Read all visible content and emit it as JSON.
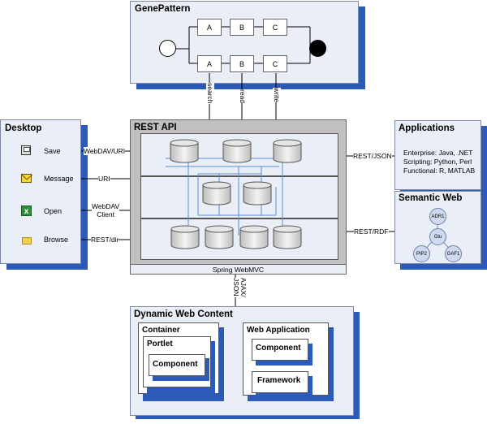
{
  "genepattern": {
    "title": "GenePattern",
    "top_row": [
      "A",
      "B",
      "C"
    ],
    "bottom_row": [
      "A",
      "B",
      "C"
    ],
    "connectors": [
      "search",
      "read",
      "write"
    ]
  },
  "desktop": {
    "title": "Desktop",
    "items": [
      {
        "label": "Save",
        "icon": "save-icon",
        "link": "WebDAV/URI"
      },
      {
        "label": "Message",
        "icon": "message-icon",
        "link": "URI"
      },
      {
        "label": "Open",
        "icon": "excel-icon",
        "link_line1": "WebDAV",
        "link_line2": "Client"
      },
      {
        "label": "Browse",
        "icon": "folder-icon",
        "link": "REST/dir"
      }
    ]
  },
  "rest_api": {
    "title": "REST API",
    "footer": "Spring WebMVC",
    "ajax_label_line1": "AJAX/",
    "ajax_label_line2": "JSON"
  },
  "applications": {
    "title": "Applications",
    "link": "REST/JSON",
    "lines": [
      "Enterprise: Java, .NET",
      "Scripting: Python, Perl",
      "Functional: R, MATLAB"
    ]
  },
  "semantic_web": {
    "title": "Semantic Web",
    "link": "REST/RDF",
    "nodes": [
      "ADR1",
      "Glu",
      "PIP2",
      "GAF1"
    ]
  },
  "dynamic_web": {
    "title": "Dynamic Web Content",
    "container": "Container",
    "portlet": "Portlet",
    "component_left": "Component",
    "web_application": "Web Application",
    "component_right": "Component",
    "framework": "Framework"
  },
  "colors": {
    "shadow": "#2c5ab8",
    "panel": "#e9eef7",
    "rest_gray": "#c0c0c0",
    "link_blue": "#5b8fd6"
  }
}
